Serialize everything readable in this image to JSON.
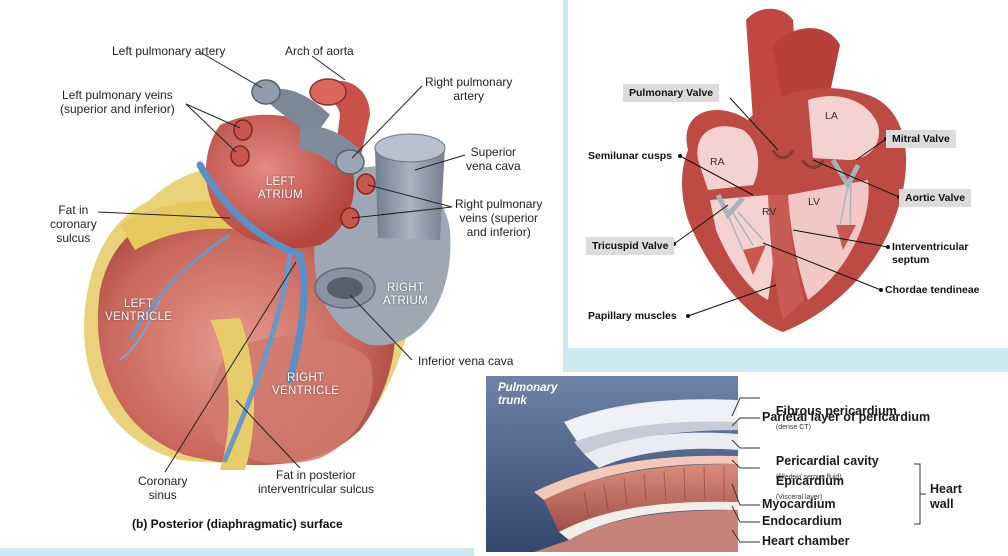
{
  "posterior_view": {
    "labels": {
      "left_pulmonary_artery": "Left pulmonary artery",
      "arch_of_aorta": "Arch of aorta",
      "left_pulmonary_veins": "Left pulmonary veins\n(superior and inferior)",
      "right_pulmonary_artery": "Right pulmonary\nartery",
      "superior_vena_cava": "Superior\nvena cava",
      "fat_in_coronary_sulcus": "Fat in\ncoronary\nsulcus",
      "right_pulmonary_veins": "Right pulmonary\nveins (superior\nand inferior)",
      "inferior_vena_cava": "Inferior vena cava",
      "coronary_sinus": "Coronary\nsinus",
      "fat_in_posterior_sulcus": "Fat in posterior\ninterventricular sulcus"
    },
    "organ_labels": {
      "left_atrium": "LEFT\nATRIUM",
      "right_atrium": "RIGHT\nATRIUM",
      "left_ventricle": "LEFT\nVENTRICLE",
      "right_ventricle": "RIGHT\nVENTRICLE"
    },
    "caption": "(b) Posterior (diaphragmatic) surface"
  },
  "section_view": {
    "labels": {
      "pulmonary_valve": "Pulmonary Valve",
      "mitral_valve": "Mitral Valve",
      "aortic_valve": "Aortic Valve",
      "tricuspid_valve": "Tricuspid Valve",
      "semilunar_cusps": "Semilunar cusps",
      "interventricular_septum": "Interventricular\nseptum",
      "chordae_tendineae": "Chordae tendineae",
      "papillary_muscles": "Papillary muscles"
    },
    "chambers": {
      "ra": "RA",
      "la": "LA",
      "rv": "RV",
      "lv": "LV"
    }
  },
  "wall_view": {
    "pulmonary_trunk": "Pulmonary\ntrunk",
    "layers": {
      "fibrous": "Fibrous pericardium",
      "fibrous_note": "(dense CT)",
      "parietal": "Parietal layer of pericardium",
      "cavity": "Pericardial cavity",
      "cavity_note": "(filled w/ serous fluid)",
      "epicardium": "Epicardium",
      "epicardium_note": "(Visceral layer)",
      "myocardium": "Myocardium",
      "endocardium": "Endocardium",
      "chamber": "Heart chamber"
    },
    "heart_wall": "Heart\nwall"
  },
  "colors": {
    "panel_background": "#ffffff",
    "page_background": "#cfe9f3",
    "heart_red": "#b84a43",
    "fat_yellow": "#e9d27a",
    "vessel_blue": "#8a98a8",
    "vein_blue": "#5a8fc7",
    "label_box": "#dcdcdc"
  }
}
